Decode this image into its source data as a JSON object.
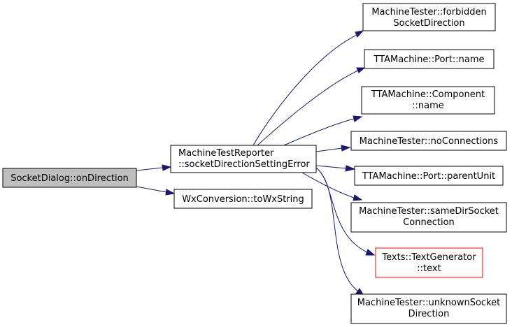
{
  "colors": {
    "edge": "#191970",
    "root_fill": "#bfbfbf",
    "node_fill": "#ffffff",
    "node_border": "#000000",
    "undocumented_border": "#ff0000"
  },
  "nodes": {
    "socket_dialog": [
      "SocketDialog::onDirection"
    ],
    "reporter": [
      "MachineTestReporter",
      "::socketDirectionSettingError"
    ],
    "wx_conversion": [
      "WxConversion::toWxString"
    ],
    "forbidden_socket": [
      "MachineTester::forbidden",
      "SocketDirection"
    ],
    "port_name": [
      "TTAMachine::Port::name"
    ],
    "component_name": [
      "TTAMachine::Component",
      "::name"
    ],
    "no_connections": [
      "MachineTester::noConnections"
    ],
    "parent_unit": [
      "TTAMachine::Port::parentUnit"
    ],
    "same_dir_socket": [
      "MachineTester::sameDirSocket",
      "Connection"
    ],
    "text_generator": [
      "Texts::TextGenerator",
      "::text"
    ],
    "unknown_socket": [
      "MachineTester::unknownSocket",
      "Direction"
    ]
  }
}
